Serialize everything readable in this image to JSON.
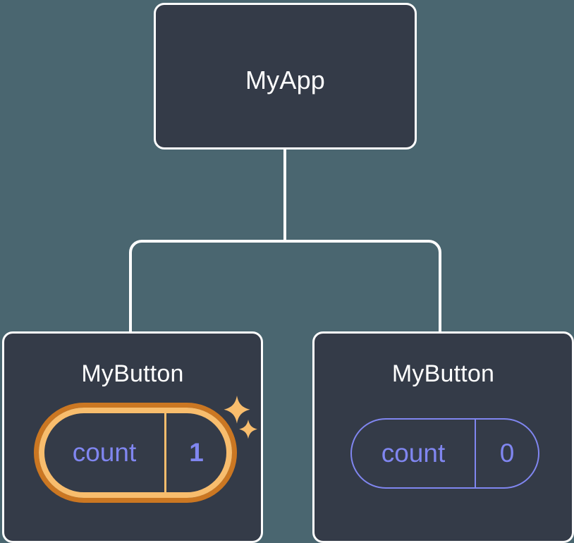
{
  "diagram": {
    "type": "component-tree",
    "background_color": "#4a6670",
    "node_fill_color": "#343b48",
    "node_border_color": "#ffffff",
    "connector_color": "#ffffff",
    "accent_state_color": "#8086f0",
    "highlight_outer_color": "#cb7722",
    "highlight_inner_color": "#f8bd6d",
    "root": {
      "title": "MyApp"
    },
    "children": [
      {
        "title": "MyButton",
        "state": {
          "key": "count",
          "value": "1",
          "highlighted": true,
          "sparkles": [
            "sparkle-large",
            "sparkle-small"
          ]
        }
      },
      {
        "title": "MyButton",
        "state": {
          "key": "count",
          "value": "0",
          "highlighted": false
        }
      }
    ]
  }
}
